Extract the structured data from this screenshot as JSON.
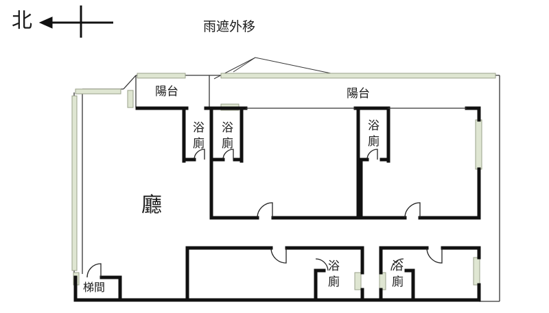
{
  "compass": {
    "north": "北"
  },
  "annotation": {
    "canopy_note": "雨遮外移"
  },
  "rooms": {
    "balcony_left": "陽台",
    "balcony_right": "陽台",
    "living_hall": "廳",
    "stairwell": "梯間",
    "bath_1": [
      "浴",
      "廁"
    ],
    "bath_2": [
      "浴",
      "廁"
    ],
    "bath_3": [
      "浴",
      "廁"
    ],
    "bath_4": [
      "浴",
      "廁"
    ],
    "bath_5": [
      "浴",
      "廁"
    ]
  },
  "colors": {
    "wall": "#111111",
    "window": "#9aa08a",
    "line": "#333333"
  }
}
